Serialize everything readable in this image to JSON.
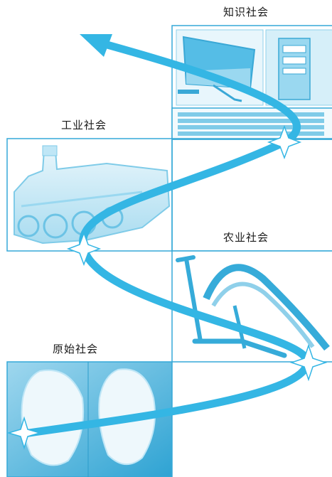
{
  "stages": {
    "knowledge": "知识社会",
    "industrial": "工业社会",
    "agricultural": "农业社会",
    "primitive": "原始社会"
  },
  "colors": {
    "accent": "#34b6e4",
    "panel_border": "#35a9d8",
    "image_tint": "#bfe6f6"
  }
}
